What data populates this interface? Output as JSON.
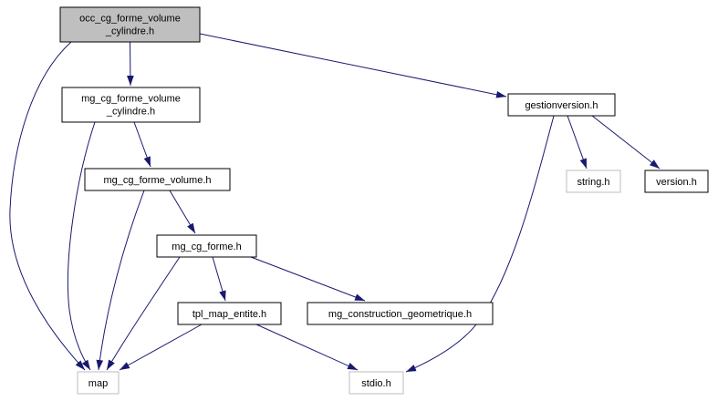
{
  "diagram": {
    "type": "include-dependency-graph",
    "colors": {
      "arrow": "#191970",
      "root_fill": "#bfbfbf",
      "node_fill": "#ffffff",
      "node_border": "#000000",
      "external_border": "#bdbdbd",
      "text": "#000000",
      "background": "#ffffff"
    },
    "nodes": [
      {
        "id": "occ_cg_forme_volume_cylindre",
        "lines": [
          "occ_cg_forme_volume",
          "_cylindre.h"
        ],
        "role": "root"
      },
      {
        "id": "mg_cg_forme_volume_cylindre",
        "lines": [
          "mg_cg_forme_volume",
          "_cylindre.h"
        ],
        "role": "internal"
      },
      {
        "id": "gestionversion",
        "label": "gestionversion.h",
        "role": "internal"
      },
      {
        "id": "mg_cg_forme_volume",
        "label": "mg_cg_forme_volume.h",
        "role": "internal"
      },
      {
        "id": "string",
        "label": "string.h",
        "role": "external"
      },
      {
        "id": "version",
        "label": "version.h",
        "role": "internal"
      },
      {
        "id": "mg_cg_forme",
        "label": "mg_cg_forme.h",
        "role": "internal"
      },
      {
        "id": "tpl_map_entite",
        "label": "tpl_map_entite.h",
        "role": "internal"
      },
      {
        "id": "mg_construction_geometrique",
        "label": "mg_construction_geometrique.h",
        "role": "internal"
      },
      {
        "id": "map",
        "label": "map",
        "role": "external"
      },
      {
        "id": "stdio",
        "label": "stdio.h",
        "role": "external"
      }
    ],
    "edges": [
      {
        "from": "occ_cg_forme_volume_cylindre.h",
        "to": "mg_cg_forme_volume_cylindre.h"
      },
      {
        "from": "occ_cg_forme_volume_cylindre.h",
        "to": "gestionversion.h"
      },
      {
        "from": "occ_cg_forme_volume_cylindre.h",
        "to": "map"
      },
      {
        "from": "mg_cg_forme_volume_cylindre.h",
        "to": "mg_cg_forme_volume.h"
      },
      {
        "from": "mg_cg_forme_volume_cylindre.h",
        "to": "map"
      },
      {
        "from": "mg_cg_forme_volume.h",
        "to": "mg_cg_forme.h"
      },
      {
        "from": "mg_cg_forme_volume.h",
        "to": "map"
      },
      {
        "from": "mg_cg_forme.h",
        "to": "tpl_map_entite.h"
      },
      {
        "from": "mg_cg_forme.h",
        "to": "mg_construction_geometrique.h"
      },
      {
        "from": "mg_cg_forme.h",
        "to": "map"
      },
      {
        "from": "tpl_map_entite.h",
        "to": "map"
      },
      {
        "from": "tpl_map_entite.h",
        "to": "stdio.h"
      },
      {
        "from": "gestionversion.h",
        "to": "string.h"
      },
      {
        "from": "gestionversion.h",
        "to": "version.h"
      },
      {
        "from": "gestionversion.h",
        "to": "stdio.h"
      }
    ]
  }
}
